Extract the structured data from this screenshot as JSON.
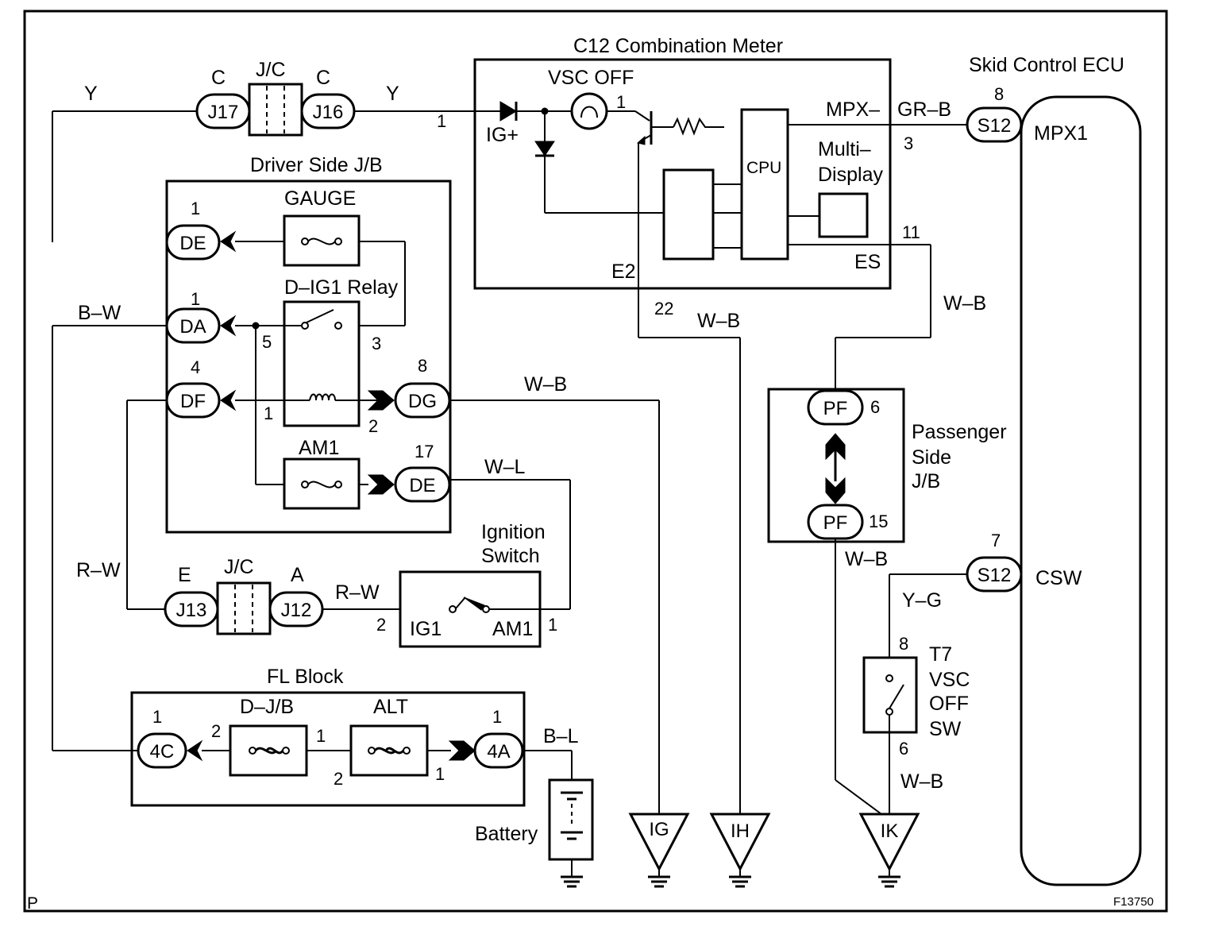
{
  "figure_id": "F13750",
  "page_letter": "P",
  "components": {
    "combination_meter": "C12 Combination Meter",
    "vsc_off": "VSC OFF",
    "ig_plus": "IG+",
    "mpx_minus": "MPX–",
    "cpu": "CPU",
    "multi_display_1": "Multi–",
    "multi_display_2": "Display",
    "es": "ES",
    "e2": "E2",
    "skid_ecu": "Skid Control ECU",
    "mpx1": "MPX1",
    "csw": "CSW",
    "driver_jb": "Driver Side J/B",
    "gauge": "GAUGE",
    "dig1_relay": "D–IG1 Relay",
    "am1_fuse": "AM1",
    "jc_top": "J/C",
    "jc_bottom": "J/C",
    "ignition_switch_1": "Ignition",
    "ignition_switch_2": "Switch",
    "ig1": "IG1",
    "am1_sw": "AM1",
    "fl_block": "FL Block",
    "djb_fuse": "D–J/B",
    "alt_fuse": "ALT",
    "battery": "Battery",
    "passenger_jb_1": "Passenger",
    "passenger_jb_2": "Side",
    "passenger_jb_3": "J/B",
    "t7_1": "T7",
    "t7_2": "VSC",
    "t7_3": "OFF",
    "t7_4": "SW"
  },
  "connectors": {
    "j17": "J17",
    "j16": "J16",
    "j13": "J13",
    "j12": "J12",
    "de_gauge": "DE",
    "da": "DA",
    "df": "DF",
    "dg": "DG",
    "de_am1": "DE",
    "c4": "4C",
    "a4": "4A",
    "pf_top": "PF",
    "pf_bottom": "PF",
    "s12_top": "S12",
    "s12_bottom": "S12",
    "gnd_ig": "IG",
    "gnd_ih": "IH",
    "gnd_ik": "IK"
  },
  "connector_letters": {
    "j17_c": "C",
    "j16_c": "C",
    "j13_e": "E",
    "j12_a": "A"
  },
  "pins": {
    "j16_out": "1",
    "vsc_off": "1",
    "s12_top": "8",
    "mpx1": "3",
    "es": "11",
    "e2": "22",
    "de_gauge": "1",
    "da": "1",
    "relay_5": "5",
    "relay_3": "3",
    "df": "4",
    "dg": "8",
    "relay_1": "1",
    "relay_2": "2",
    "de_am1": "17",
    "ig1_in": "2",
    "am1_out": "1",
    "pf_top": "6",
    "pf_bottom": "15",
    "s12_bottom": "7",
    "sw_8": "8",
    "sw_6": "6",
    "c4": "1",
    "djb_2": "2",
    "djb_1": "1",
    "alt_2": "2",
    "alt_1": "1",
    "a4": "1"
  },
  "wire_colors": {
    "y_left": "Y",
    "y_right": "Y",
    "gr_b": "GR–B",
    "b_w": "B–W",
    "w_b_dg": "W–B",
    "w_l": "W–L",
    "r_w_left": "R–W",
    "r_w_mid": "R–W",
    "w_b_e2": "W–B",
    "w_b_es": "W–B",
    "w_b_pf": "W–B",
    "y_g": "Y–G",
    "w_b_sw": "W–B",
    "b_l": "B–L"
  }
}
